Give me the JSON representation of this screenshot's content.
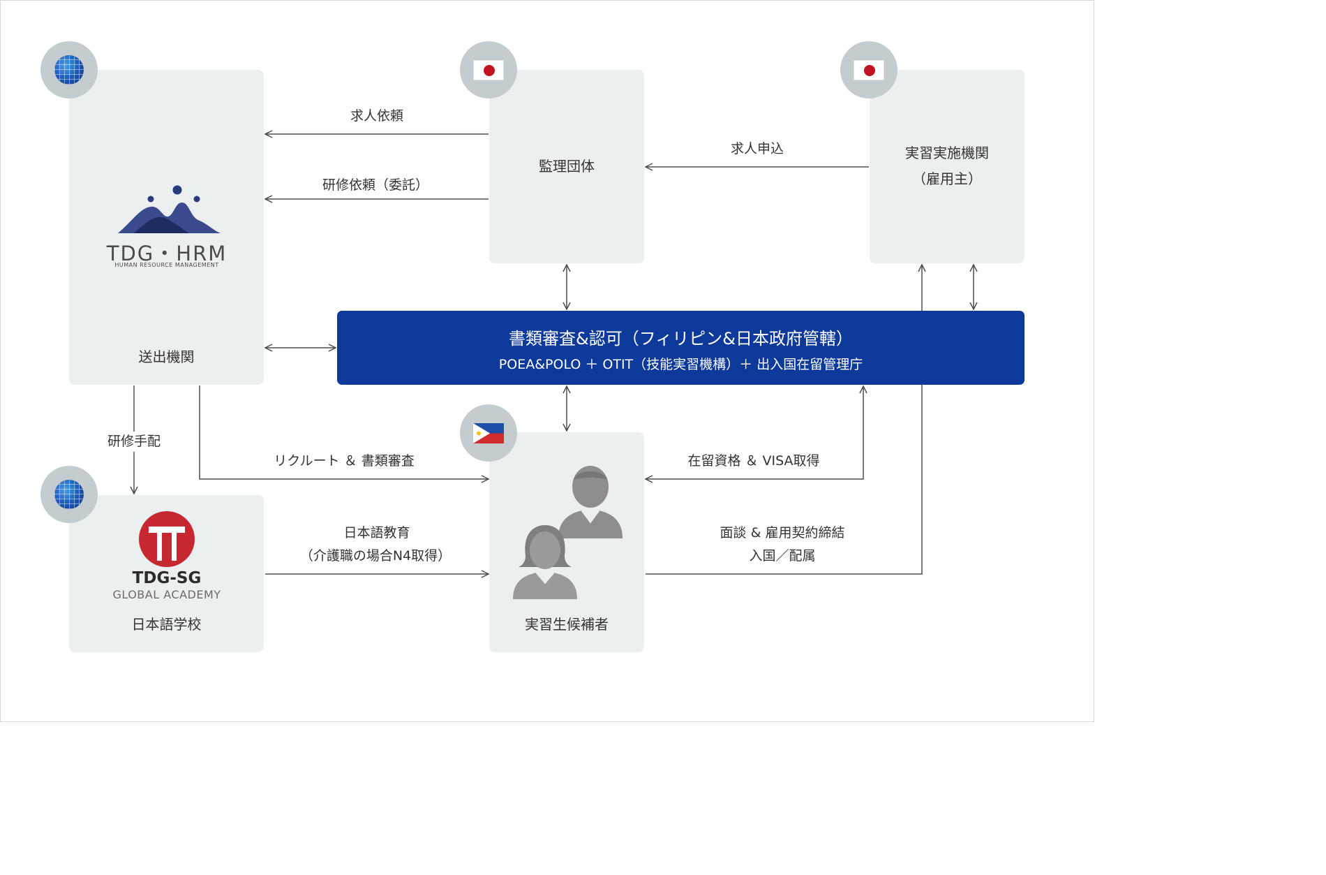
{
  "nodes": {
    "sending_org": {
      "label": "送出機関"
    },
    "supervising_org": {
      "label": "監理団体"
    },
    "employer": {
      "label": "実習実施機関",
      "sublabel": "（雇用主）"
    },
    "language_school": {
      "label": "日本語学校"
    },
    "candidates": {
      "label": "実習生候補者"
    }
  },
  "logos": {
    "tdg_hrm": {
      "name": "TDG・HRM",
      "tagline": "HUMAN RESOURCE MANAGEMENT"
    },
    "tdg_sg": {
      "name": "TDG-SG",
      "tagline": "GLOBAL ACADEMY"
    }
  },
  "government_bar": {
    "title": "書類審査&認可（フィリピン&日本政府管轄）",
    "subtitle": "POEA&POLO ＋ OTIT（技能実習機構）＋ 出入国在留管理庁"
  },
  "edges": {
    "job_request": "求人依頼",
    "training_request": "研修依頼（委託）",
    "job_application": "求人申込",
    "training_arrangement": "研修手配",
    "recruit_screening": "リクルート ＆ 書類審査",
    "residence_visa": "在留資格 ＆ VISA取得",
    "japanese_education": "日本語教育",
    "japanese_education_note": "（介護職の場合N4取得）",
    "interview_contract": "面談 & 雇用契約締結",
    "entry_assignment": "入国／配属"
  },
  "icons": {
    "globe": "globe-icon",
    "japan_flag": "japan-flag-icon",
    "philippines_flag": "philippines-flag-icon",
    "person": "person-icon"
  },
  "colors": {
    "box_bg": "#eceff0",
    "badge_bg": "#c5cccf",
    "gov_bar": "#0d3a9a",
    "hrm_navy": "#2b3a78",
    "sg_red": "#c62832",
    "person_gray": "#909090",
    "arrow": "#4d4d4d"
  }
}
